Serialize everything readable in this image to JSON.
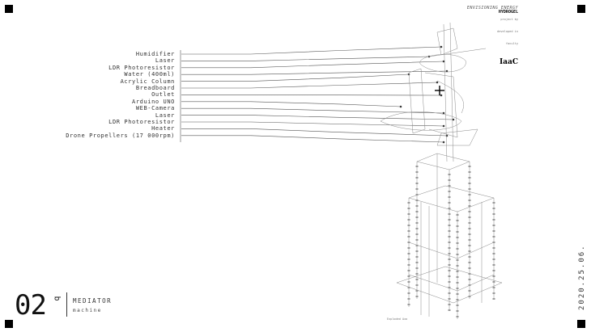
{
  "labels": [
    "Humidifier",
    "Laser",
    "LDR Photoresistor",
    "Water (400ml)",
    "Acrylic Column",
    "Breadboard",
    "Outlet",
    "Arduino UNO",
    "WEB-Camera",
    "Laser",
    "LDR Photoresistor",
    "Heater",
    "Drone Propellers (17 000rpm)"
  ],
  "title_block": {
    "project": "ENVISIONING ENERGY",
    "name": "HYDROGEL",
    "project_by_label": "project by",
    "developed_in_label": "developed in",
    "faculty_label": "faculty",
    "logo": "IaaC"
  },
  "section": {
    "number": "02",
    "sub": "b",
    "title": "MEDIATOR",
    "subtitle": "machine"
  },
  "date": "2020.25.06.",
  "caption": "Exploded Axo"
}
